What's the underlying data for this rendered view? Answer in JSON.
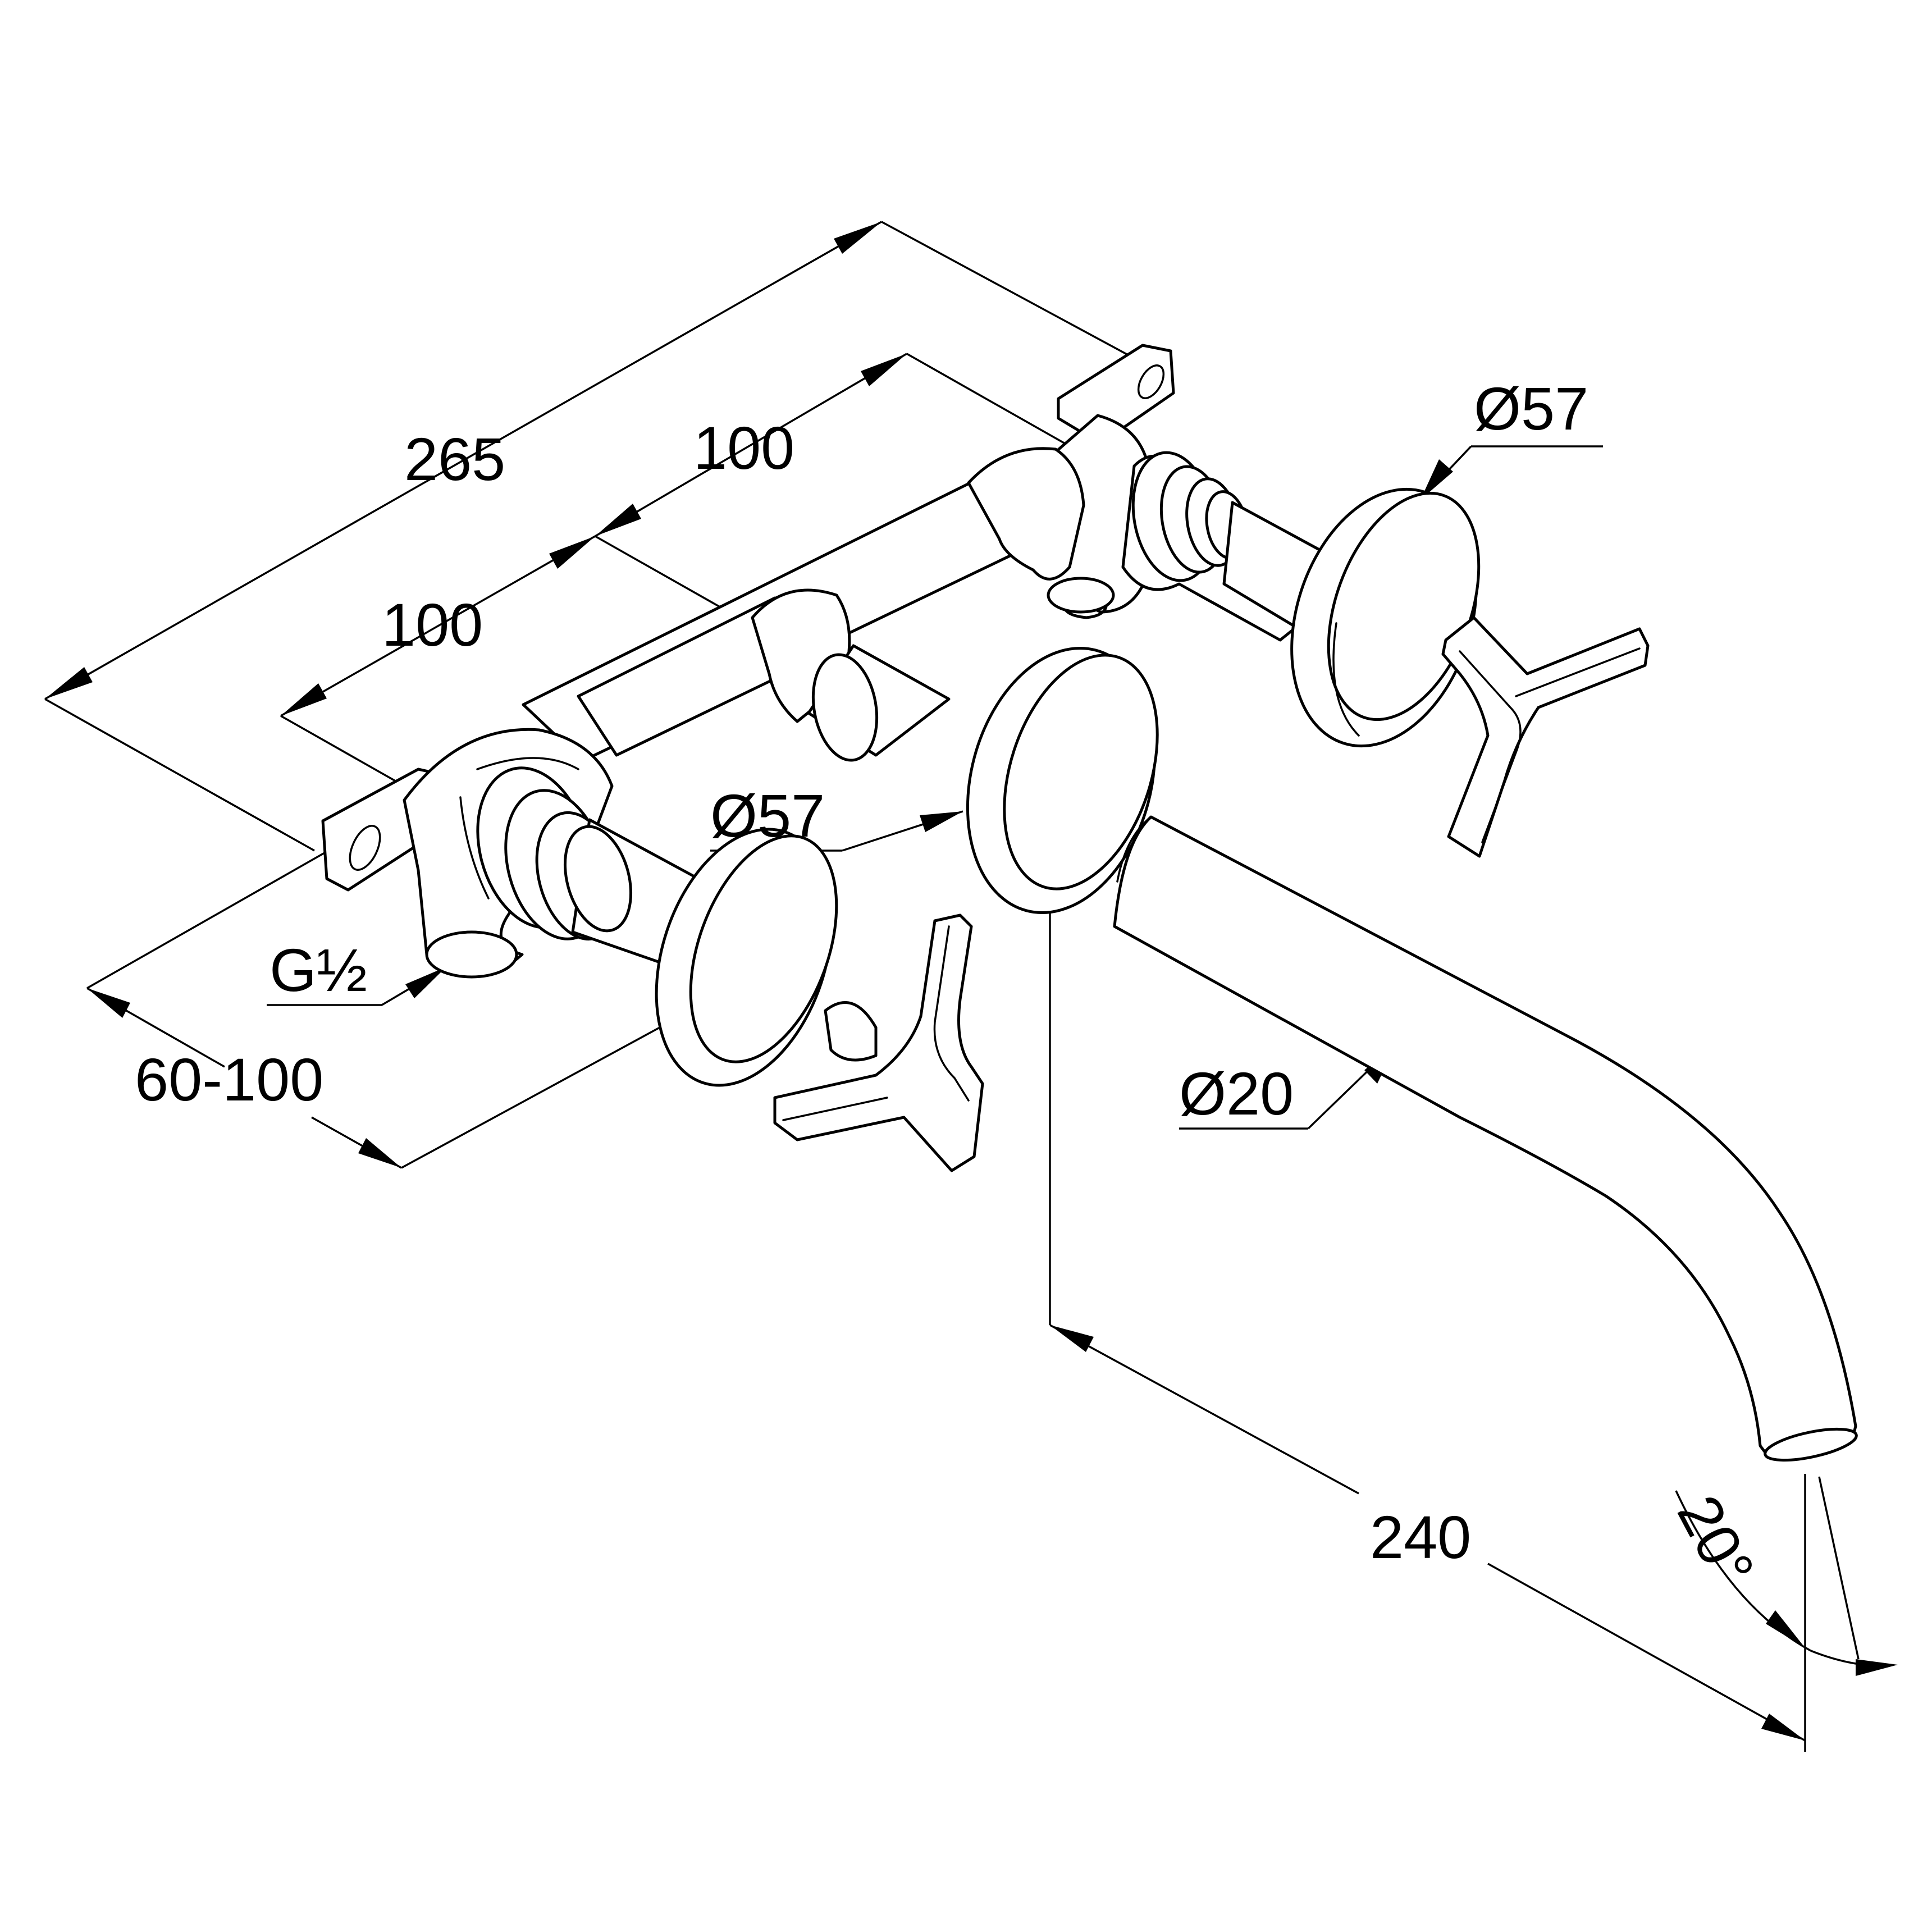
{
  "dimensions": {
    "total_width": "265",
    "spacing_upper": "100",
    "spacing_lower": "100",
    "rosette_diameter_upper": "Ø57",
    "rosette_diameter_middle": "Ø57",
    "thread": "G½",
    "wall_depth": "60-100",
    "spout_diameter": "Ø20",
    "spout_projection": "240",
    "spout_angle": "20°"
  },
  "colors": {
    "line": "#000000",
    "background": "#ffffff"
  }
}
